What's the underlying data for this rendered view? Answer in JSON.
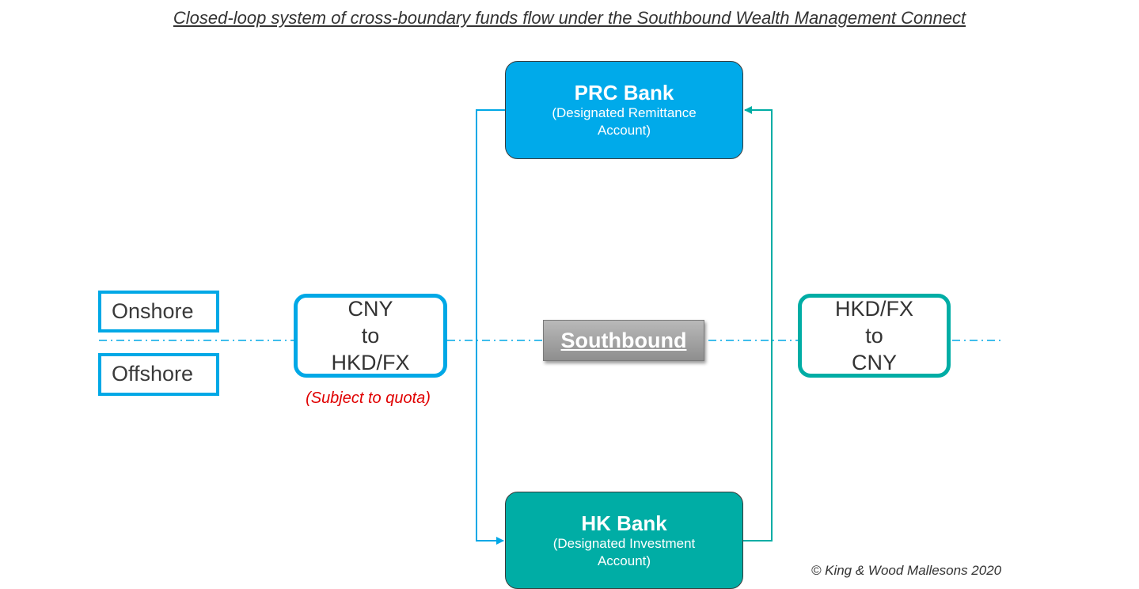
{
  "title": "Closed-loop system of cross-boundary funds flow under the Southbound Wealth Management Connect",
  "prc_bank": {
    "name": "PRC Bank",
    "subtitle": "(Designated Remittance Account)"
  },
  "hk_bank": {
    "name": "HK Bank",
    "subtitle": "(Designated Investment Account)"
  },
  "onshore_label": "Onshore",
  "offshore_label": "Offshore",
  "outbound_conversion": {
    "line1": "CNY",
    "line2": "to",
    "line3": "HKD/FX"
  },
  "inbound_conversion": {
    "line1": "HKD/FX",
    "line2": "to",
    "line3": "CNY"
  },
  "quota_note": "(Subject to quota)",
  "southbound_label": "Southbound",
  "copyright": "© King & Wood Mallesons 2020",
  "colors": {
    "prc_blue": "#00aaea",
    "hk_teal": "#00ada5",
    "outbound_line": "#00a8e6",
    "inbound_line": "#00ada5",
    "quota_red": "#e00000"
  }
}
